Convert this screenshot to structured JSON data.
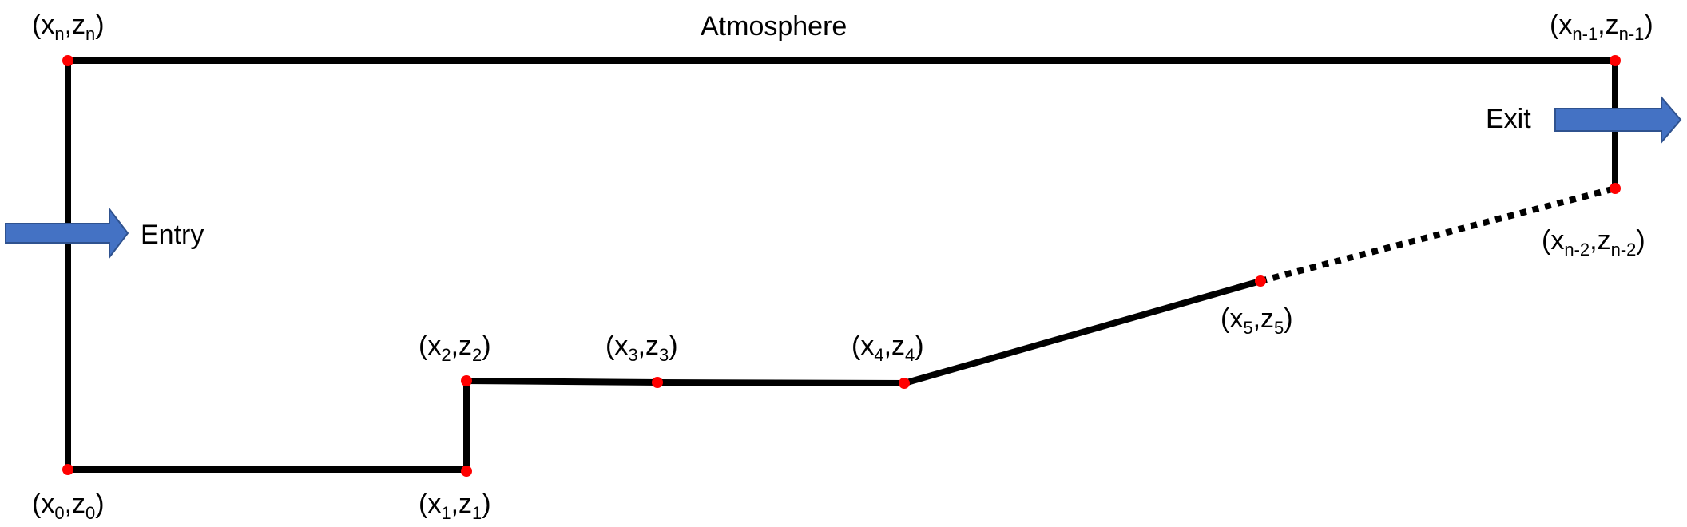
{
  "labels": {
    "atmosphere": "Atmosphere",
    "entry": "Entry",
    "exit": "Exit"
  },
  "points": [
    {
      "id": "n",
      "x_sub": "n",
      "z_sub": "n"
    },
    {
      "id": "n1",
      "x_sub": "n-1",
      "z_sub": "n-1"
    },
    {
      "id": "n2",
      "x_sub": "n-2",
      "z_sub": "n-2"
    },
    {
      "id": "p0",
      "x_sub": "0",
      "z_sub": "0"
    },
    {
      "id": "p1",
      "x_sub": "1",
      "z_sub": "1"
    },
    {
      "id": "p2",
      "x_sub": "2",
      "z_sub": "2"
    },
    {
      "id": "p3",
      "x_sub": "3",
      "z_sub": "3"
    },
    {
      "id": "p4",
      "x_sub": "4",
      "z_sub": "4"
    },
    {
      "id": "p5",
      "x_sub": "5",
      "z_sub": "5"
    }
  ],
  "colors": {
    "line": "#000000",
    "point": "#ff0000",
    "arrow_fill": "#4472c4",
    "arrow_stroke": "#2f528f"
  }
}
